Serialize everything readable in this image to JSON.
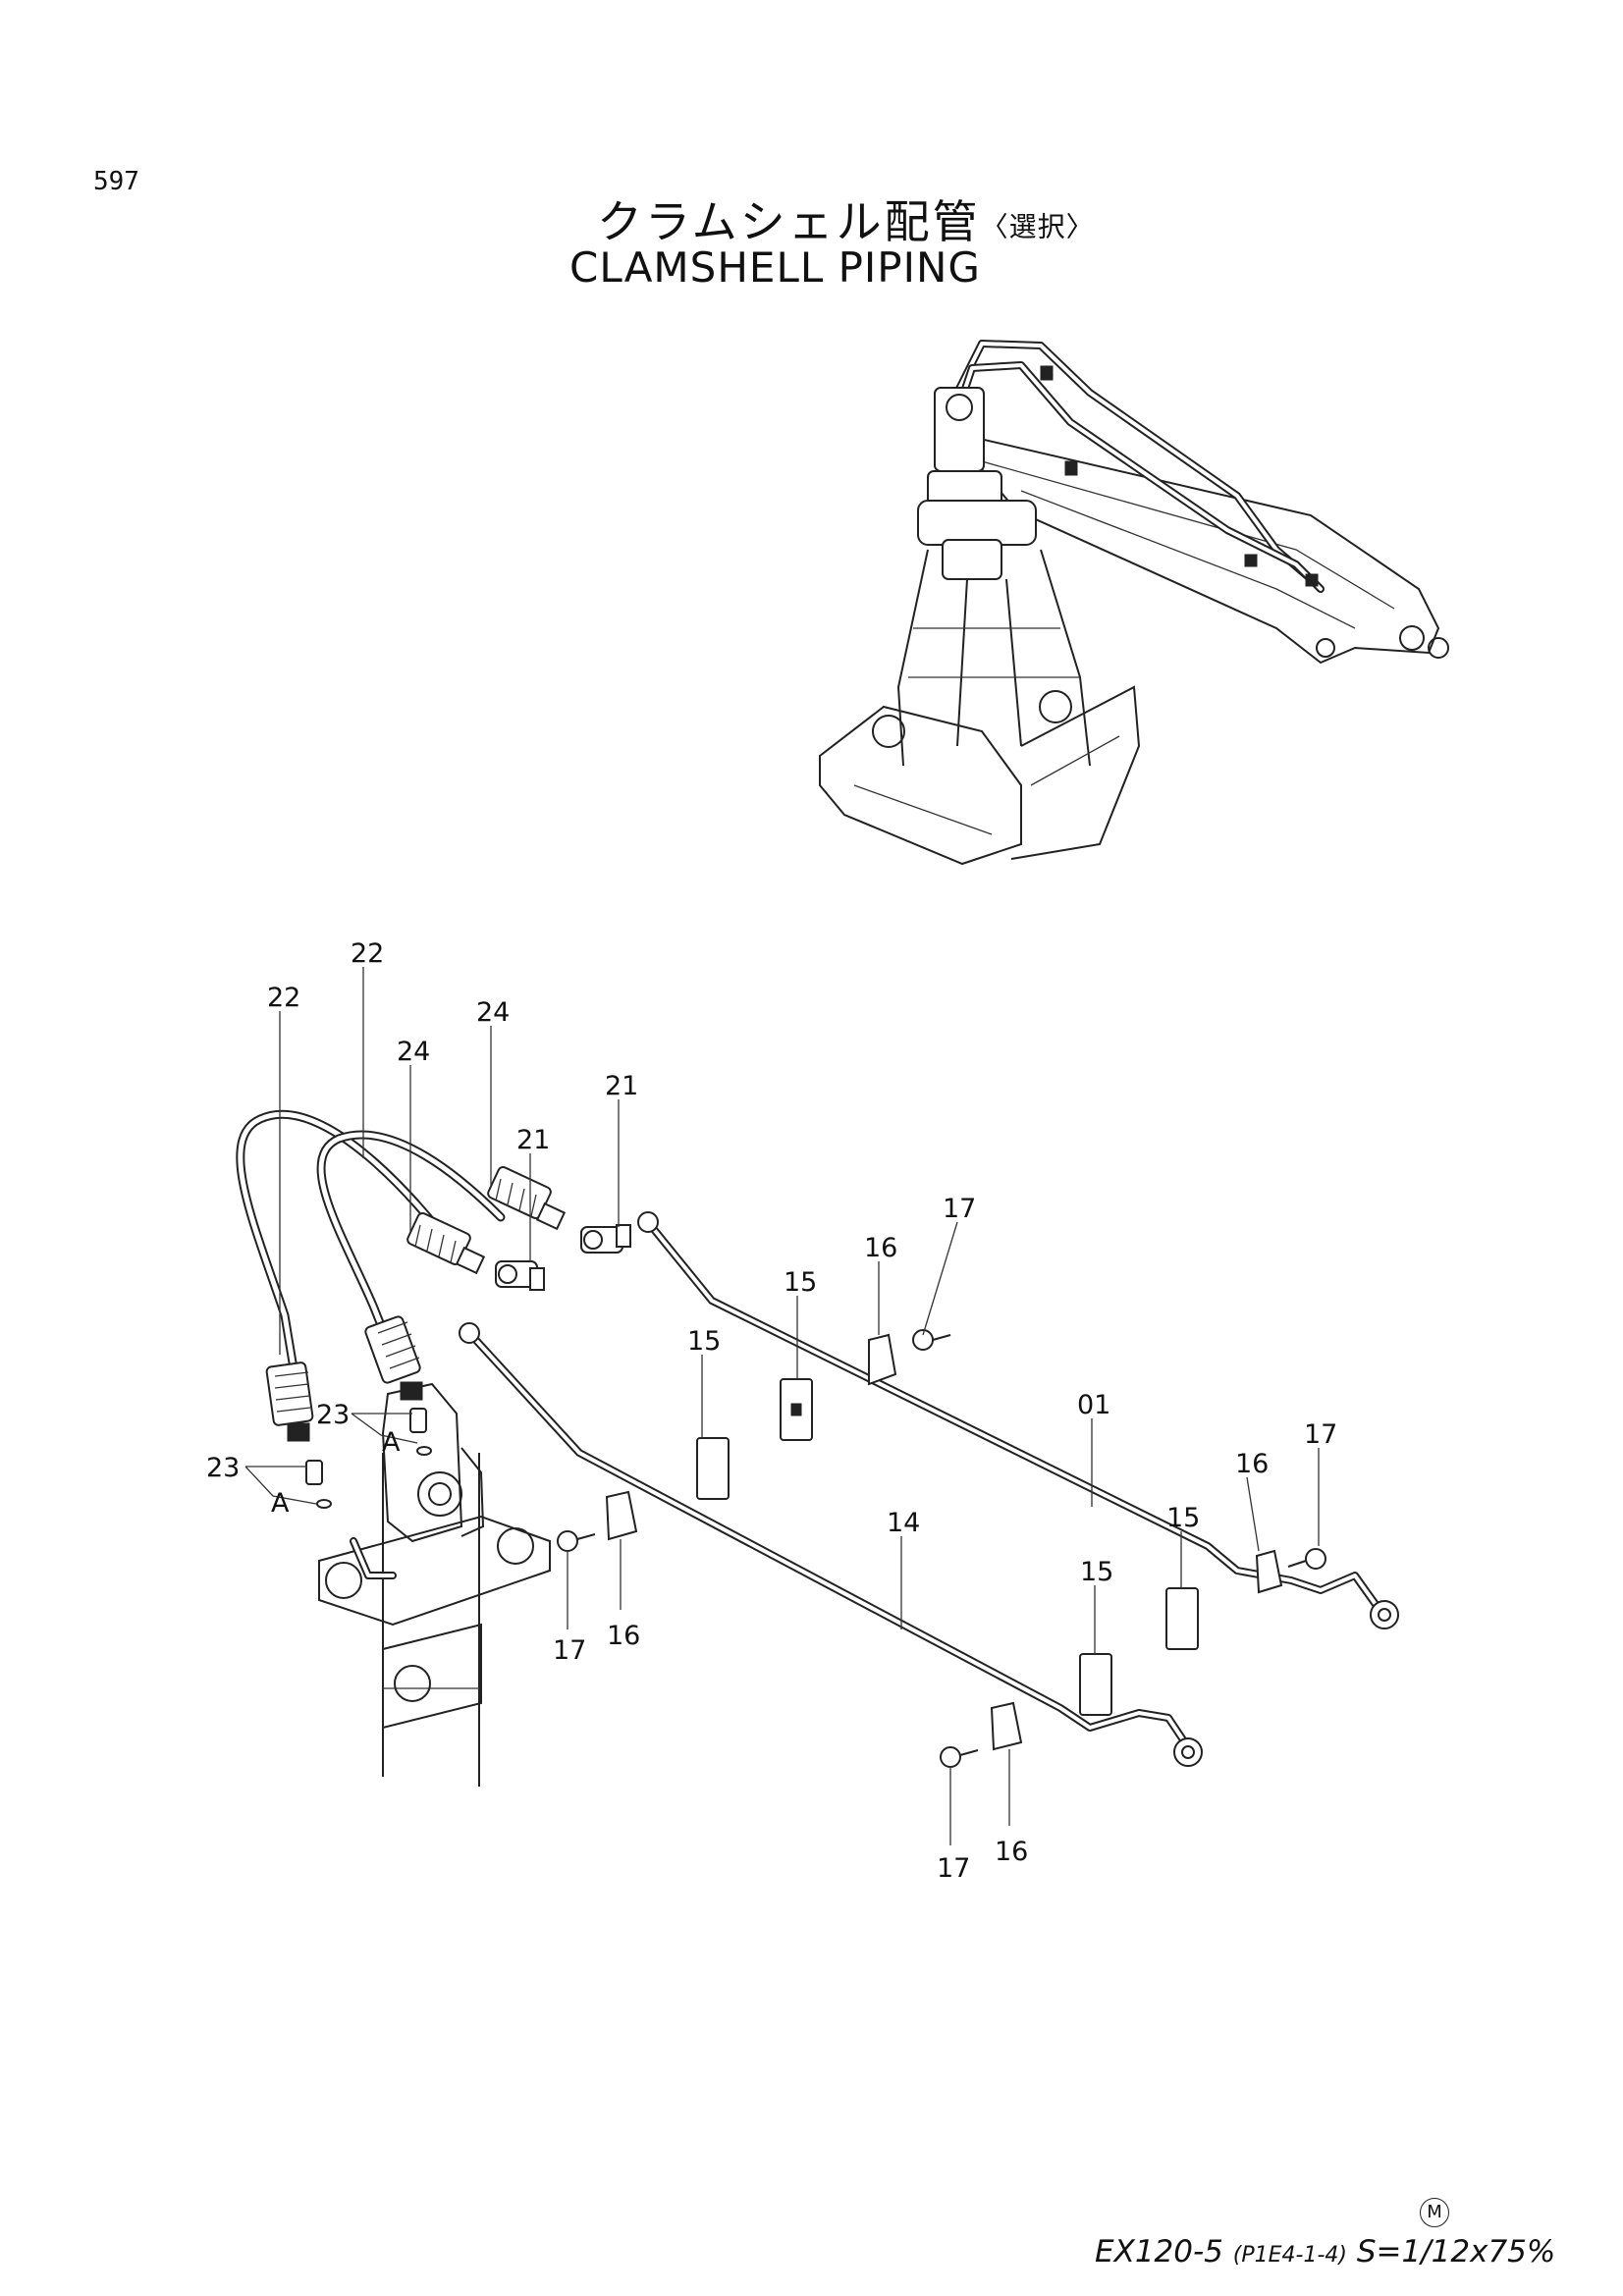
{
  "page_number": "597",
  "title_jp": "クラムシェル配管",
  "title_jp_option": "〈選択〉",
  "title_en": "CLAMSHELL PIPING",
  "footer": {
    "mark": "M",
    "model": "EX120-5",
    "code": "(P1E4-1-4)",
    "scale": "S=1/12x75%"
  },
  "callouts": {
    "c22a": "22",
    "c22b": "22",
    "c24a": "24",
    "c24b": "24",
    "c21a": "21",
    "c21b": "21",
    "c17a": "17",
    "c17b": "17",
    "c17c": "17",
    "c17d": "17",
    "c16a": "16",
    "c16b": "16",
    "c16c": "16",
    "c16d": "16",
    "c15a": "15",
    "c15b": "15",
    "c15c": "15",
    "c15d": "15",
    "c01": "01",
    "c14": "14",
    "c23a": "23",
    "c23b": "23",
    "cAa": "A",
    "cAb": "A"
  }
}
